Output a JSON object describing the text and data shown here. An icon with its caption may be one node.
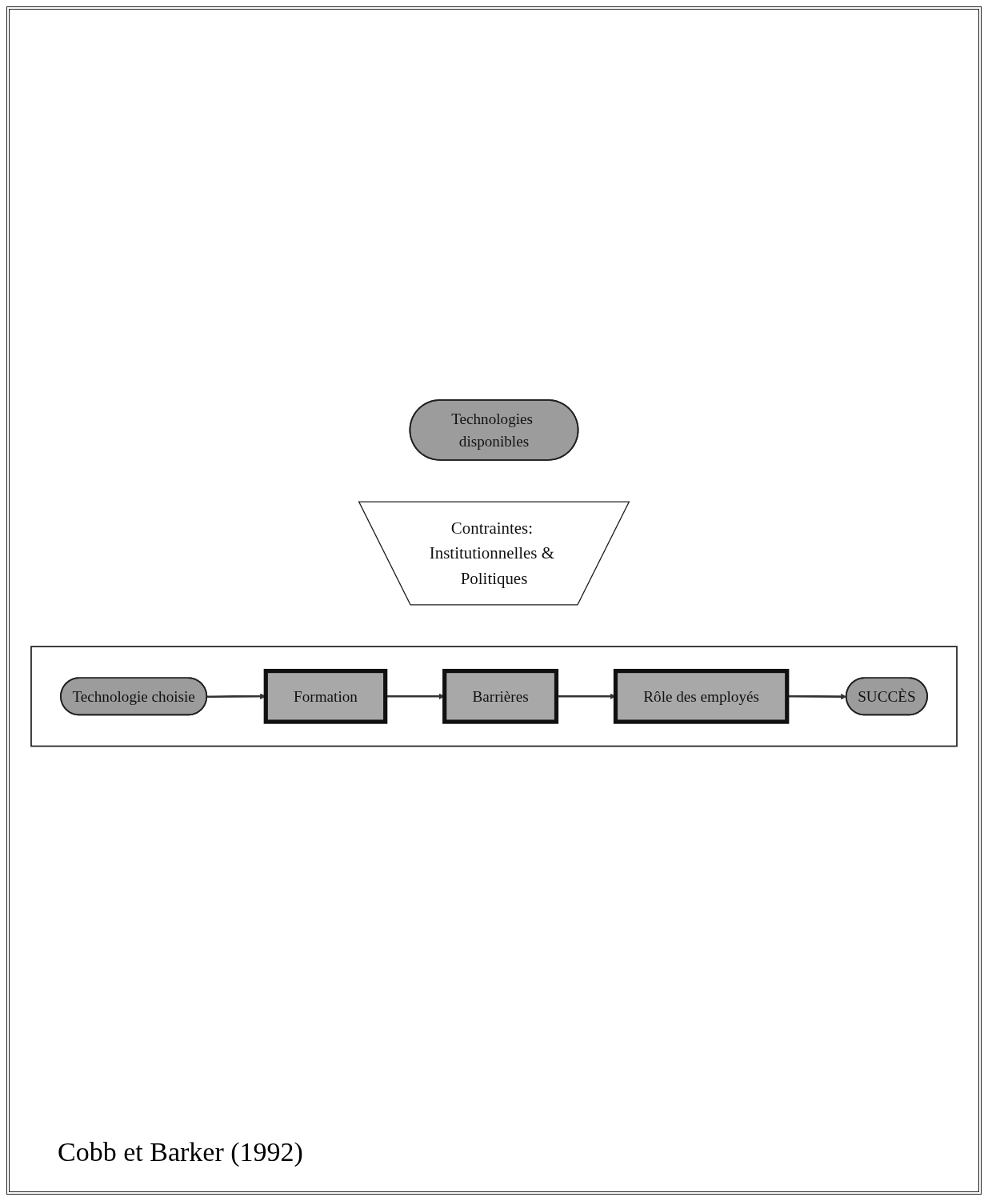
{
  "diagram": {
    "caption": "Cobb et Barker (1992)",
    "nodes": [
      {
        "text": [
          "Technologies disponibles"
        ]
      },
      {
        "text": [
          "Contraintes: Institutionnelles & Politiques"
        ]
      },
      {
        "text": [],
        "shape": "box"
      },
      {
        "text": [
          "Technologie choisie"
        ],
        "in": 2
      },
      {
        "text": [
          "Formation"
        ],
        "in": 2
      },
      {
        "text": [
          "Barrières"
        ],
        "in": 2
      },
      {
        "text": [
          "Rôle des employés"
        ],
        "in": 2
      },
      {
        "text": [
          "SUCCÈS"
        ],
        "in": 2
      }
    ],
    "edges": [
      {
        "from": 3,
        "to": 4,
        "arrow": "to"
      },
      {
        "from": 4,
        "to": 5,
        "arrow": "to"
      },
      {
        "from": 5,
        "to": 6,
        "arrow": "to"
      },
      {
        "from": 6,
        "to": 7,
        "arrow": "to"
      }
    ]
  }
}
